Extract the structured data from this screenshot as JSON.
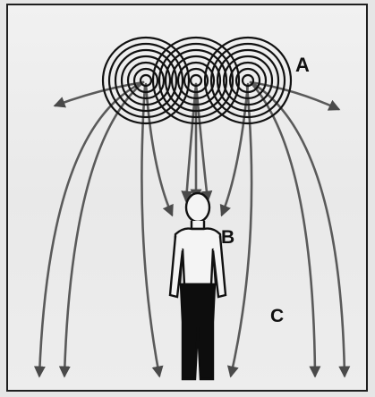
{
  "labels": {
    "a": "A",
    "b": "B",
    "c": "C"
  },
  "colors": {
    "rings": "#111111",
    "arrow_lines": "#5a5a5a",
    "arrow_heads": "#4a4a4a",
    "figure_outline": "#111111",
    "pants": "#0d0d0d",
    "frame": "#1f1f1f"
  },
  "icons": [
    "ring-cluster-left",
    "ring-cluster-center",
    "ring-cluster-right",
    "person-figure",
    "arrow-head"
  ]
}
